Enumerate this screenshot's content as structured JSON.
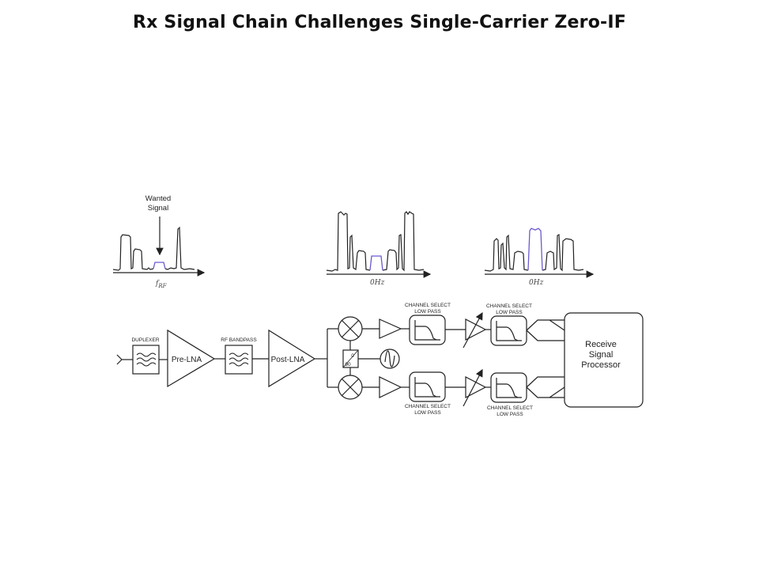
{
  "title": "Rx Signal Chain Challenges Single-Carrier Zero-IF",
  "spectra": {
    "wanted_line1": "Wanted",
    "wanted_line2": "Signal",
    "rf_f": "f",
    "rf_sub": "RF",
    "zero_hz_1": "0Hz",
    "zero_hz_2": "0Hz"
  },
  "blocks": {
    "duplexer": "DUPLEXER",
    "pre_lna": "Pre-LNA",
    "rf_bandpass": "RF BANDPASS",
    "post_lna": "Post-LNA",
    "phase_0": "0",
    "phase_90": "90",
    "ch_select_1": "CHANNEL SELECT",
    "low_pass_1": "LOW PASS",
    "ch_select_2": "CHANNEL SELECT",
    "low_pass_2": "LOW PASS",
    "ch_select_3": "CHANNEL SELECT",
    "low_pass_3": "LOW PASS",
    "ch_select_4": "CHANNEL SELECT",
    "low_pass_4": "LOW PASS",
    "proc_1": "Receive",
    "proc_2": "Signal",
    "proc_3": "Processor"
  },
  "colors": {
    "line": "#222222",
    "wanted_signal": "#6a5acd"
  }
}
